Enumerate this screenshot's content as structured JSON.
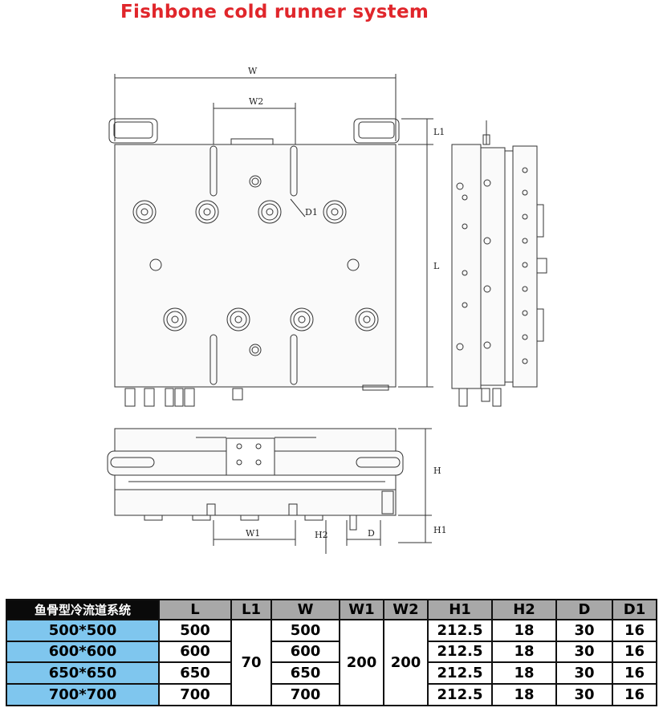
{
  "title": "Fishbone cold runner system",
  "drawing_labels": {
    "W": "W",
    "W2": "W2",
    "L1": "L1",
    "L": "L",
    "D1": "D1",
    "H": "H",
    "H1": "H1",
    "W1": "W1",
    "H2": "H2",
    "D": "D"
  },
  "table": {
    "corner": "鱼骨型冷流道系统",
    "headers": [
      "L",
      "L1",
      "W",
      "W1",
      "W2",
      "H1",
      "H2",
      "D",
      "D1"
    ],
    "rows": [
      {
        "name": "500*500",
        "L": "500",
        "W": "500",
        "H1": "212.5",
        "H2": "18",
        "D": "30",
        "D1": "16"
      },
      {
        "name": "600*600",
        "L": "600",
        "W": "600",
        "H1": "212.5",
        "H2": "18",
        "D": "30",
        "D1": "16"
      },
      {
        "name": "650*650",
        "L": "650",
        "W": "650",
        "H1": "212.5",
        "H2": "18",
        "D": "30",
        "D1": "16"
      },
      {
        "name": "700*700",
        "L": "700",
        "W": "700",
        "H1": "212.5",
        "H2": "18",
        "D": "30",
        "D1": "16"
      }
    ],
    "merged": {
      "L1": "70",
      "W1": "200",
      "W2": "200"
    }
  }
}
